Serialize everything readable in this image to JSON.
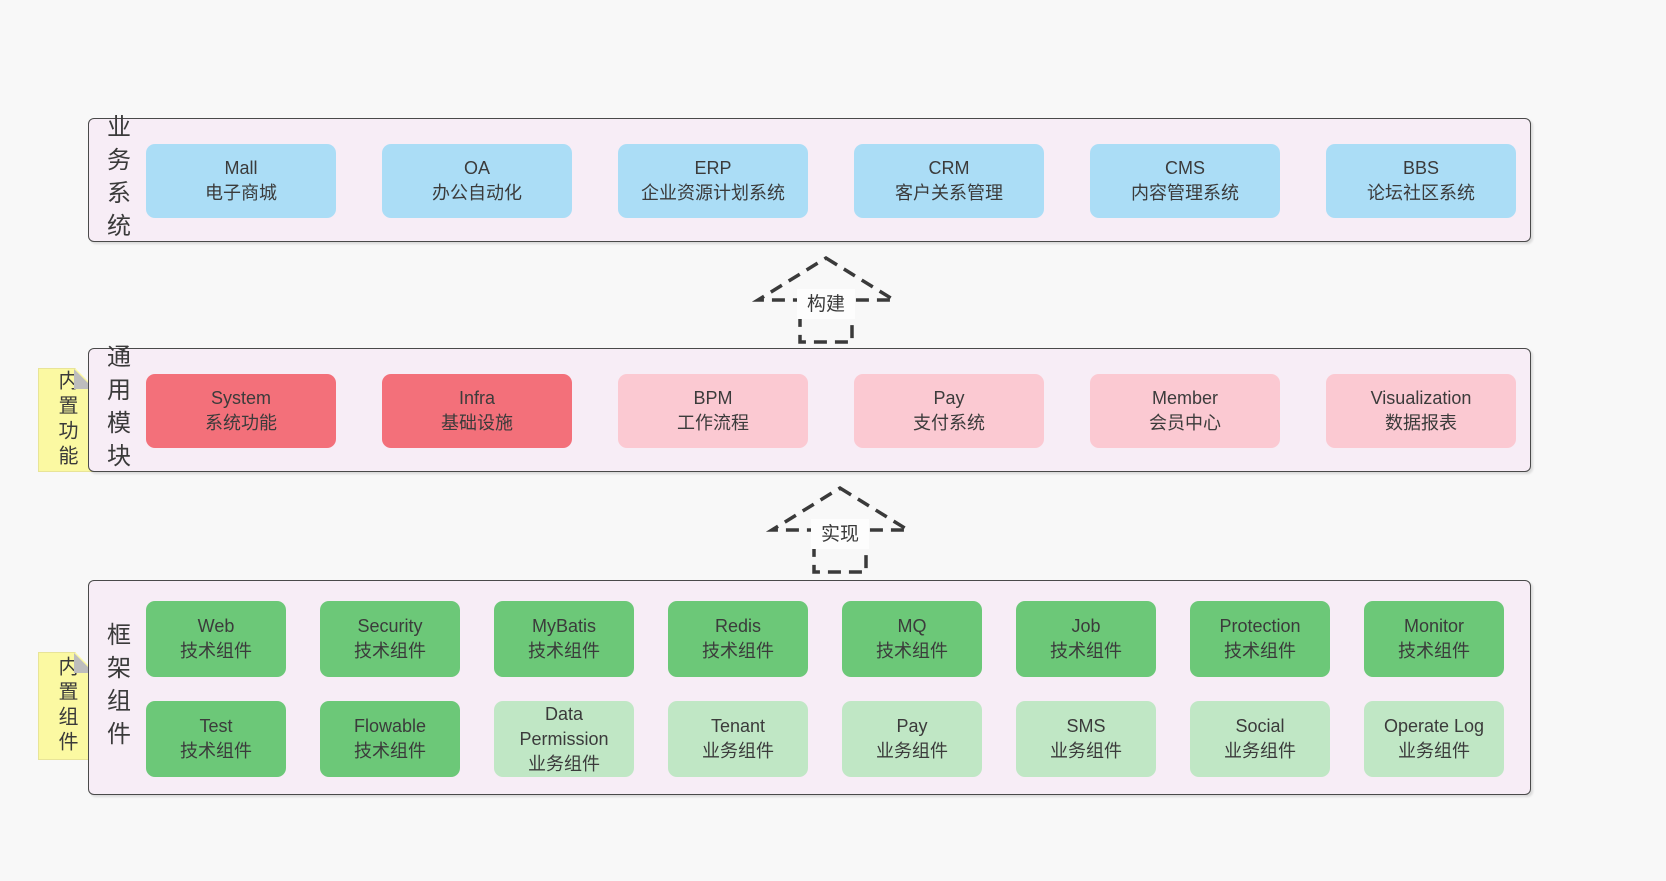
{
  "colors": {
    "page_bg": "#f8f8f8",
    "section_bg": "#f7edf6",
    "section_border": "#4a4a4a",
    "blue_box": "#abddf6",
    "red_box": "#f3707a",
    "pink_box": "#fbc9d2",
    "green_box": "#6cc878",
    "light_green_box": "#c0e7c5",
    "yellow_tab": "#fbf9a2",
    "fold_gray": "#bdbdbd",
    "text": "#3c3c3c"
  },
  "arrows": [
    {
      "label": "构建"
    },
    {
      "label": "实现"
    }
  ],
  "sections": [
    {
      "label": "业务系统",
      "boxes": [
        {
          "title": "Mall",
          "subtitle": "电子商城"
        },
        {
          "title": "OA",
          "subtitle": "办公自动化"
        },
        {
          "title": "ERP",
          "subtitle": "企业资源计划系统"
        },
        {
          "title": "CRM",
          "subtitle": "客户关系管理"
        },
        {
          "title": "CMS",
          "subtitle": "内容管理系统"
        },
        {
          "title": "BBS",
          "subtitle": "论坛社区系统"
        }
      ]
    },
    {
      "label": "通用模块",
      "tab": "内置功能",
      "boxes": [
        {
          "title": "System",
          "subtitle": "系统功能",
          "variant": "red"
        },
        {
          "title": "Infra",
          "subtitle": "基础设施",
          "variant": "red"
        },
        {
          "title": "BPM",
          "subtitle": "工作流程",
          "variant": "pink"
        },
        {
          "title": "Pay",
          "subtitle": "支付系统",
          "variant": "pink"
        },
        {
          "title": "Member",
          "subtitle": "会员中心",
          "variant": "pink"
        },
        {
          "title": "Visualization",
          "subtitle": "数据报表",
          "variant": "pink"
        }
      ]
    },
    {
      "label": "框架组件",
      "tab": "内置组件",
      "rows": [
        [
          {
            "title": "Web",
            "subtitle": "技术组件",
            "variant": "green"
          },
          {
            "title": "Security",
            "subtitle": "技术组件",
            "variant": "green"
          },
          {
            "title": "MyBatis",
            "subtitle": "技术组件",
            "variant": "green"
          },
          {
            "title": "Redis",
            "subtitle": "技术组件",
            "variant": "green"
          },
          {
            "title": "MQ",
            "subtitle": "技术组件",
            "variant": "green"
          },
          {
            "title": "Job",
            "subtitle": "技术组件",
            "variant": "green"
          },
          {
            "title": "Protection",
            "subtitle": "技术组件",
            "variant": "green"
          },
          {
            "title": "Monitor",
            "subtitle": "技术组件",
            "variant": "green"
          }
        ],
        [
          {
            "title": "Test",
            "subtitle": "技术组件",
            "variant": "green"
          },
          {
            "title": "Flowable",
            "subtitle": "技术组件",
            "variant": "green"
          },
          {
            "title": "Data Permission",
            "subtitle": "业务组件",
            "variant": "light-green"
          },
          {
            "title": "Tenant",
            "subtitle": "业务组件",
            "variant": "light-green"
          },
          {
            "title": "Pay",
            "subtitle": "业务组件",
            "variant": "light-green"
          },
          {
            "title": "SMS",
            "subtitle": "业务组件",
            "variant": "light-green"
          },
          {
            "title": "Social",
            "subtitle": "业务组件",
            "variant": "light-green"
          },
          {
            "title": "Operate Log",
            "subtitle": "业务组件",
            "variant": "light-green"
          }
        ]
      ]
    }
  ]
}
